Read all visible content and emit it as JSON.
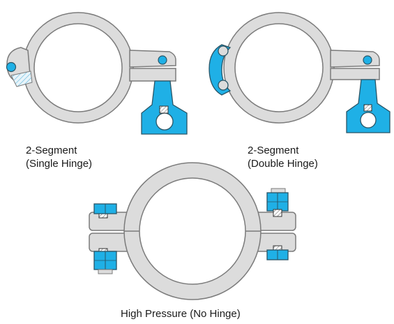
{
  "clamps": {
    "single_hinge": {
      "line1": "2-Segment",
      "line2": "(Single Hinge)"
    },
    "double_hinge": {
      "line1": "2-Segment",
      "line2": "(Double Hinge)"
    },
    "no_hinge": {
      "label": "High Pressure (No Hinge)"
    }
  },
  "colors": {
    "clamp_body": "#dcdcdc",
    "clamp_outline": "#7b7b7b",
    "hardware": "#1fb0e6",
    "hardware_outline": "#2a5566",
    "hatch": "#7fc8e6"
  }
}
